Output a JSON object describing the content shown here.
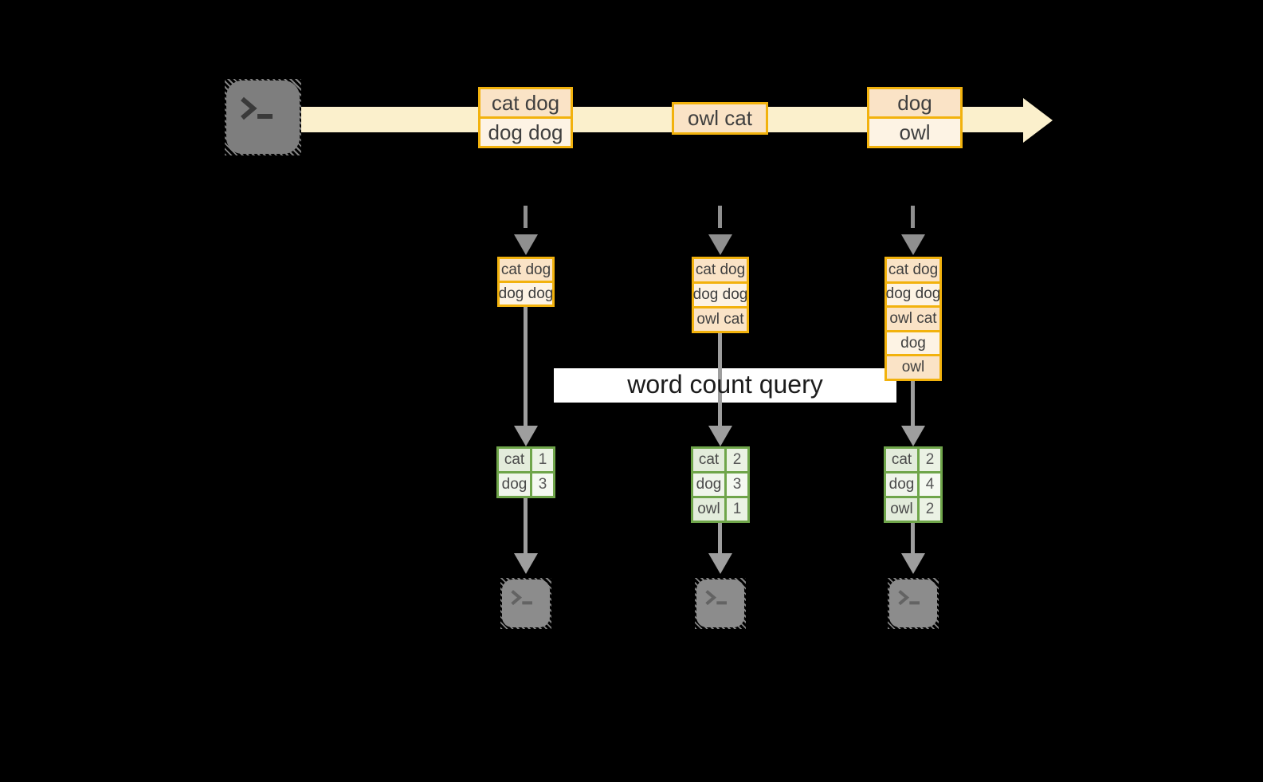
{
  "query_label": "word count query",
  "timeline_batches": {
    "batch1": [
      "cat dog",
      "dog dog"
    ],
    "batch2": [
      "owl cat"
    ],
    "batch3": [
      "dog",
      "owl"
    ]
  },
  "columns": [
    {
      "state": [
        "cat dog",
        "dog dog"
      ],
      "result": [
        {
          "word": "cat",
          "count": "1"
        },
        {
          "word": "dog",
          "count": "3"
        }
      ]
    },
    {
      "state": [
        "cat dog",
        "dog dog",
        "owl cat"
      ],
      "result": [
        {
          "word": "cat",
          "count": "2"
        },
        {
          "word": "dog",
          "count": "3"
        },
        {
          "word": "owl",
          "count": "1"
        }
      ]
    },
    {
      "state": [
        "cat dog",
        "dog dog",
        "owl cat",
        "dog",
        "owl"
      ],
      "result": [
        {
          "word": "cat",
          "count": "2"
        },
        {
          "word": "dog",
          "count": "4"
        },
        {
          "word": "owl",
          "count": "2"
        }
      ]
    }
  ],
  "icons": {
    "source": "terminal-icon",
    "sinks": [
      "terminal-icon",
      "terminal-icon",
      "terminal-icon"
    ]
  },
  "colors": {
    "background": "#000000",
    "stream_band": "#fbf0cc",
    "accent_gold": "#f2b20d",
    "cell_dark": "#fae3c6",
    "cell_light": "#fdf3e4",
    "green_border": "#6fa54a",
    "green_row_dark": "#e3ecdb",
    "green_row_light": "#f0f5eb",
    "arrow_gray": "#9e9e9e",
    "label_bg": "#ffffff",
    "terminal_gray": "#7e7e7e"
  }
}
